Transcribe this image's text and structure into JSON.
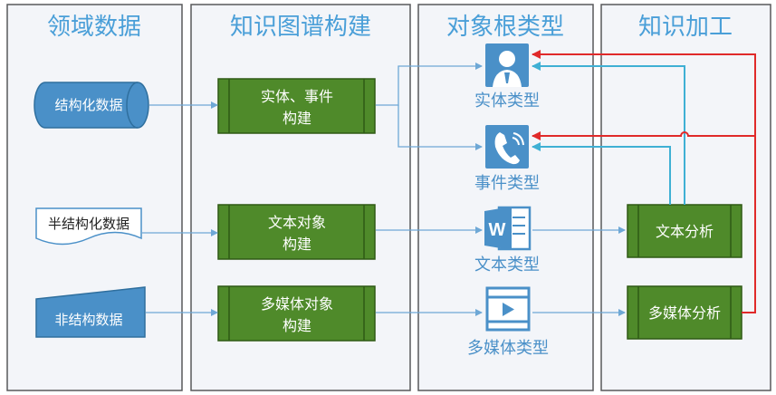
{
  "columns": {
    "domain": "领域数据",
    "build": "知识图谱构建",
    "type": "对象根类型",
    "process": "知识加工"
  },
  "sources": {
    "structured": "结构化数据",
    "semi": "半结构化数据",
    "unstructured": "非结构数据"
  },
  "build_steps": {
    "entity_event": [
      "实体、事件",
      "构建"
    ],
    "text_obj": [
      "文本对象",
      "构建"
    ],
    "media_obj": [
      "多媒体对象",
      "构建"
    ]
  },
  "types": {
    "entity": "实体类型",
    "event": "事件类型",
    "text": "文本类型",
    "media": "多媒体类型"
  },
  "process_steps": {
    "text_analysis": "文本分析",
    "media_analysis": "多媒体分析"
  },
  "colors": {
    "title": "#4a9fd8",
    "green_box": "#4f8a2a",
    "icon_blue": "#4a90c8",
    "arrow_blue": "#6ea8d6",
    "arrow_teal": "#3fb0d4",
    "arrow_red": "#e02a2a"
  },
  "icons": {
    "entity": "person-icon",
    "event": "phone-icon",
    "text": "word-doc-icon",
    "media": "video-play-icon"
  }
}
